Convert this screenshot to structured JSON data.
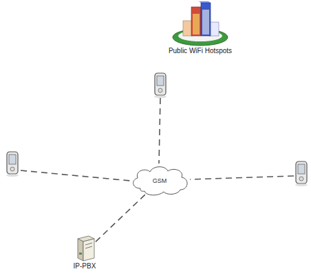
{
  "diagram": {
    "nodes": [
      {
        "text": [
          "Public WiFi Hotspots"
        ]
      },
      {
        "text": [
          "GSM"
        ]
      },
      {
        "text": [
          "IP-PBX"
        ]
      }
    ],
    "edges": [
      {
        "from": 2,
        "to": 1,
        "arrow": "none"
      }
    ]
  }
}
